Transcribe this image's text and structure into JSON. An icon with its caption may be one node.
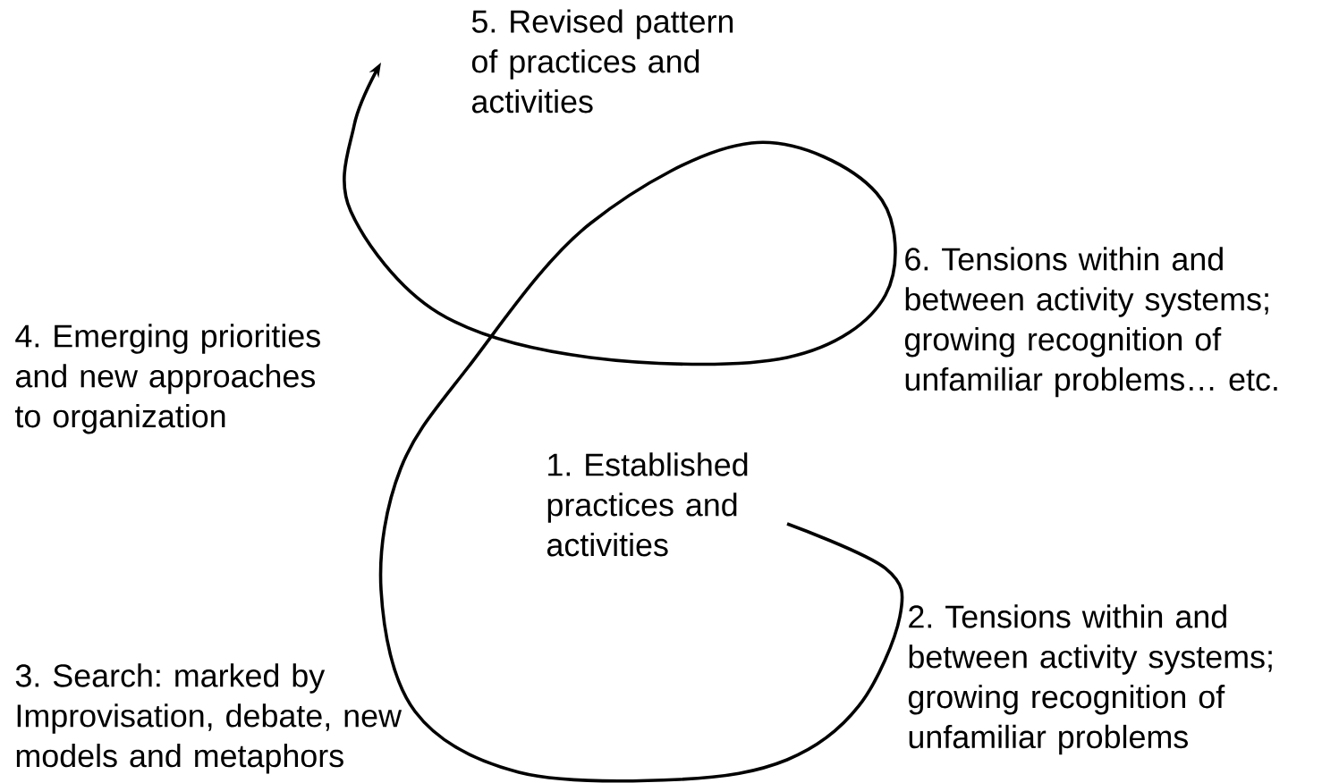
{
  "diagram": {
    "labels": [
      "5. Revised pattern of practices and activities",
      "6. Tensions within and between activity systems; growing recognition of unfamiliar problems… etc.",
      "4. Emerging priorities and new approaches to organization",
      "1. Established practices and activities",
      "3. Search: marked by Improvisation, debate, new models and metaphors",
      "2. Tensions within and between activity systems; growing recognition of unfamiliar problems"
    ]
  }
}
